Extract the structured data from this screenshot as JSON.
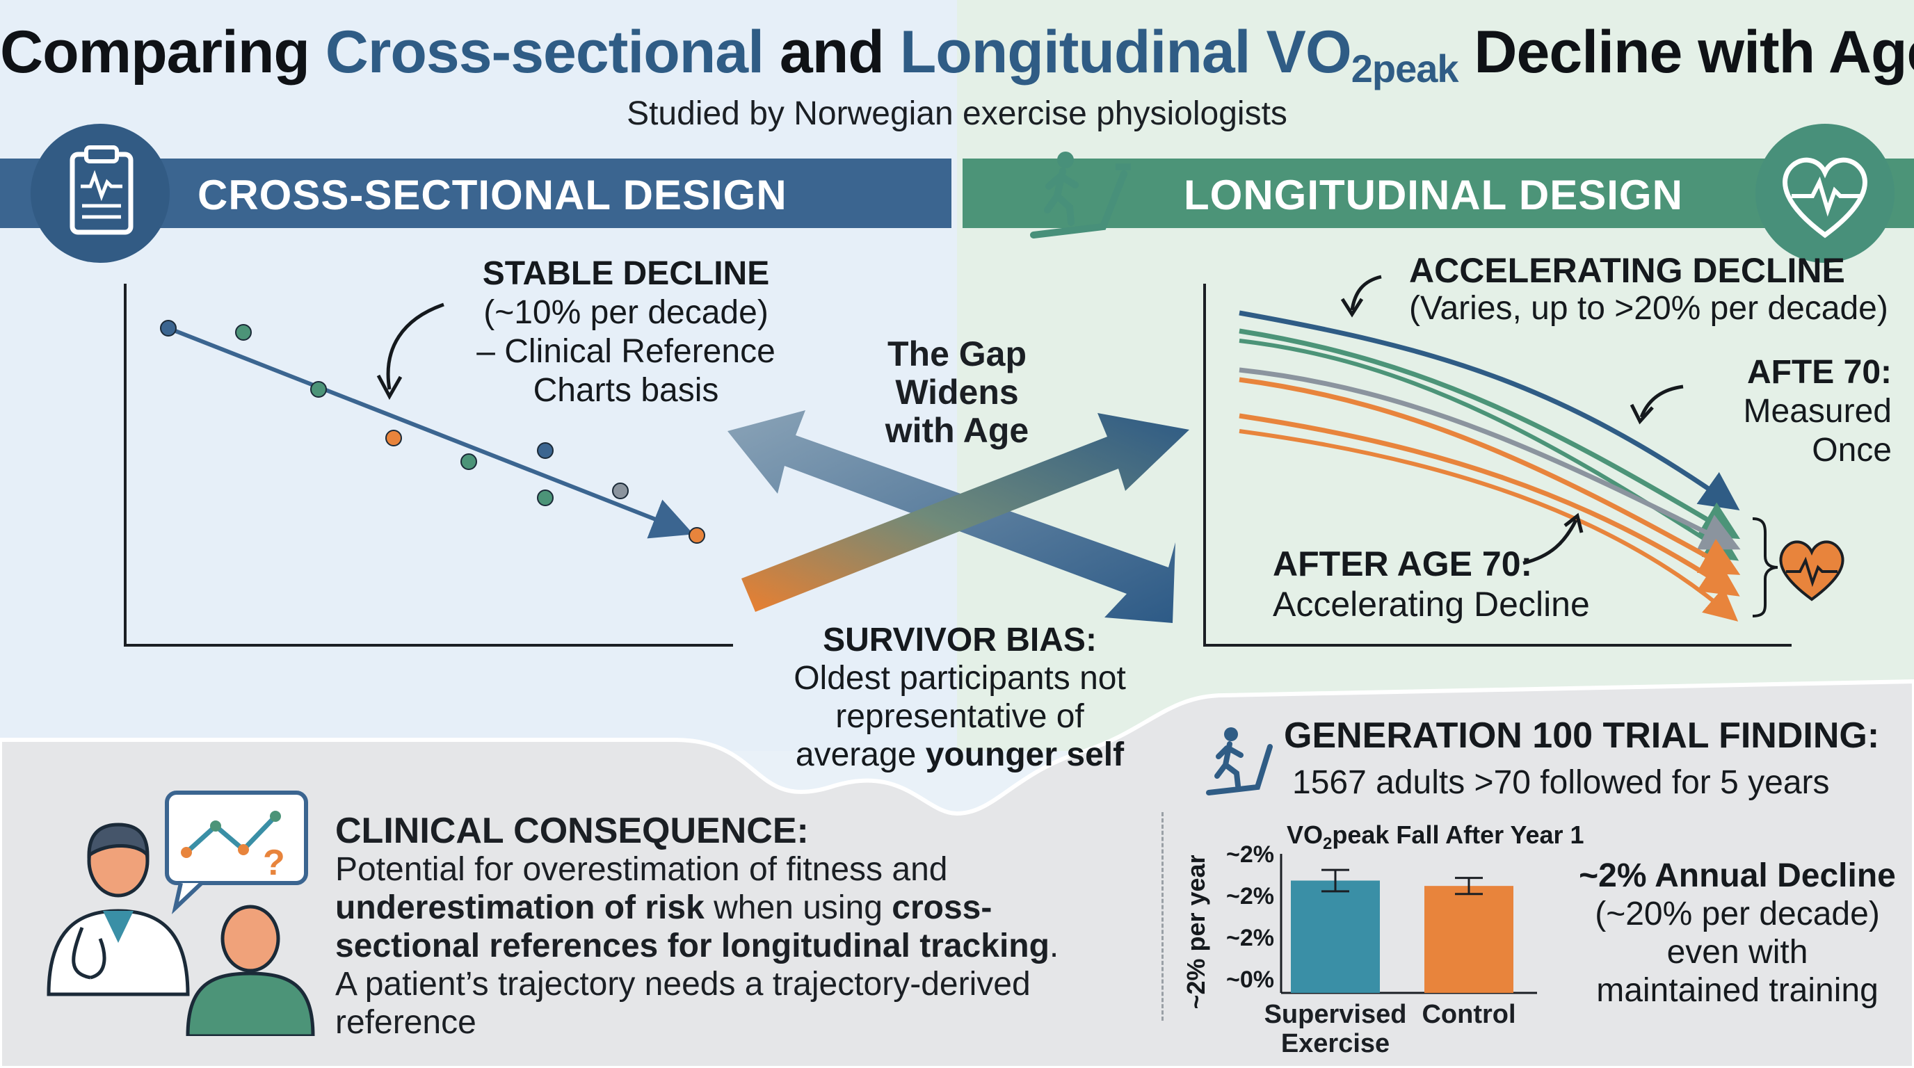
{
  "title": {
    "part1": "Comparing ",
    "cross": "Cross-sectional",
    "and": " and ",
    "long": "Longitudinal VO",
    "sub": "2peak",
    "end": " Decline with Age"
  },
  "subtitle": "Studied by Norwegian exercise physiologists",
  "cross_sectional": {
    "banner": "CROSS-SECTIONAL DESIGN",
    "annotation": [
      "STABLE DECLINE",
      "(~10% per decade)",
      "– Clinical Reference",
      "Charts basis"
    ]
  },
  "longitudinal": {
    "banner": "LONGITUDINAL DESIGN",
    "annotation_title": "ACCELERATING DECLINE",
    "annotation_sub": "(Varies, up to >20% per decade)",
    "afte70_title": "AFTE 70:",
    "afte70_lines": [
      "Measured",
      "Once"
    ],
    "after70_title": "AFTER AGE 70:",
    "after70_sub": "Accelerating Decline"
  },
  "middle": {
    "gap": [
      "The Gap",
      "Widens",
      "with Age"
    ],
    "survivor_title": "SURVIVOR BIAS:",
    "survivor_lines": [
      "Oldest participants not",
      "representative of"
    ],
    "survivor_last_plain": "average ",
    "survivor_last_bold": "younger self"
  },
  "clinical": {
    "title": "CLINICAL CONSEQUENCE:",
    "line1": "Potential for overestimation of fitness and",
    "line2_bold": "underestimation of risk",
    "line2_plain": " when using ",
    "line2_bold2": "cross-",
    "line3_bold": "sectional references for longitudinal tracking",
    "line3_plain": ".",
    "line4": "A patient’s trajectory needs a trajectory-derived",
    "line5": "reference"
  },
  "generation": {
    "title": "GENERATION 100 TRIAL FINDING:",
    "subtitle": "1567 adults >70 followed for 5 years",
    "chart_title_pre": "VO",
    "chart_title_sub": "2",
    "chart_title_post": "peak Fall After Year 1",
    "annotation_title": "~2% Annual Decline",
    "annotation_lines": [
      "(~20% per decade)",
      "even with",
      "maintained training"
    ]
  },
  "colors": {
    "blue": "#3b6590",
    "green": "#4c9478",
    "teal": "#3a8fa6",
    "orange": "#e8843c",
    "gray": "#8b949e"
  },
  "chart_data": {
    "type": "bar",
    "title": "VO2peak Fall After Year 1",
    "ylabel": "~2% per year",
    "categories": [
      "Supervised Exercise",
      "Control"
    ],
    "values": [
      2.1,
      2.0
    ],
    "errors": [
      0.2,
      0.15
    ],
    "ytick_labels": [
      "~2%",
      "~2%",
      "~2%",
      "~0%"
    ],
    "ylim": [
      0,
      2.6
    ],
    "colors": [
      "#3a8fa6",
      "#e8843c"
    ]
  }
}
